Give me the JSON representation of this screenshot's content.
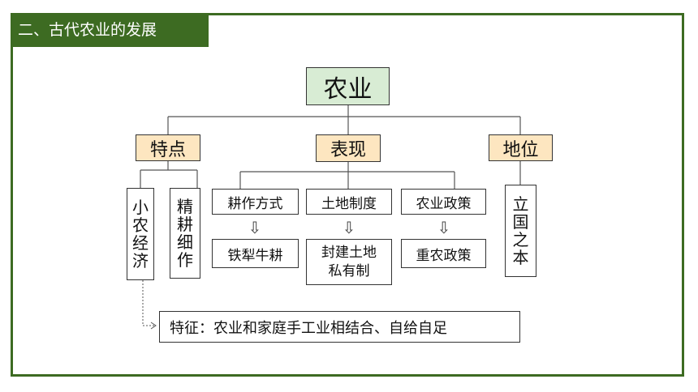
{
  "header": {
    "title": "二、古代农业的发展"
  },
  "diagram": {
    "root": "农业",
    "branches": [
      {
        "label": "特点",
        "children": [
          {
            "text": "小农经济"
          },
          {
            "text": "精耕细作"
          }
        ]
      },
      {
        "label": "表现",
        "children": [
          {
            "top": "耕作方式",
            "bottom": "铁犁牛耕"
          },
          {
            "top": "土地制度",
            "bottom_lines": [
              "封建土地",
              "私有制"
            ]
          },
          {
            "top": "农业政策",
            "bottom": "重农政策"
          }
        ]
      },
      {
        "label": "地位",
        "children": [
          {
            "text": "立国之本"
          }
        ]
      }
    ],
    "arrow_glyph": "⇩",
    "feature": "特征：农业和家庭手工业相结合、自给自足"
  },
  "colors": {
    "frame": "#3d6b22",
    "root_fill": "#d8ecd4",
    "level1_fill": "#fde6c0",
    "connector": "#555555"
  }
}
